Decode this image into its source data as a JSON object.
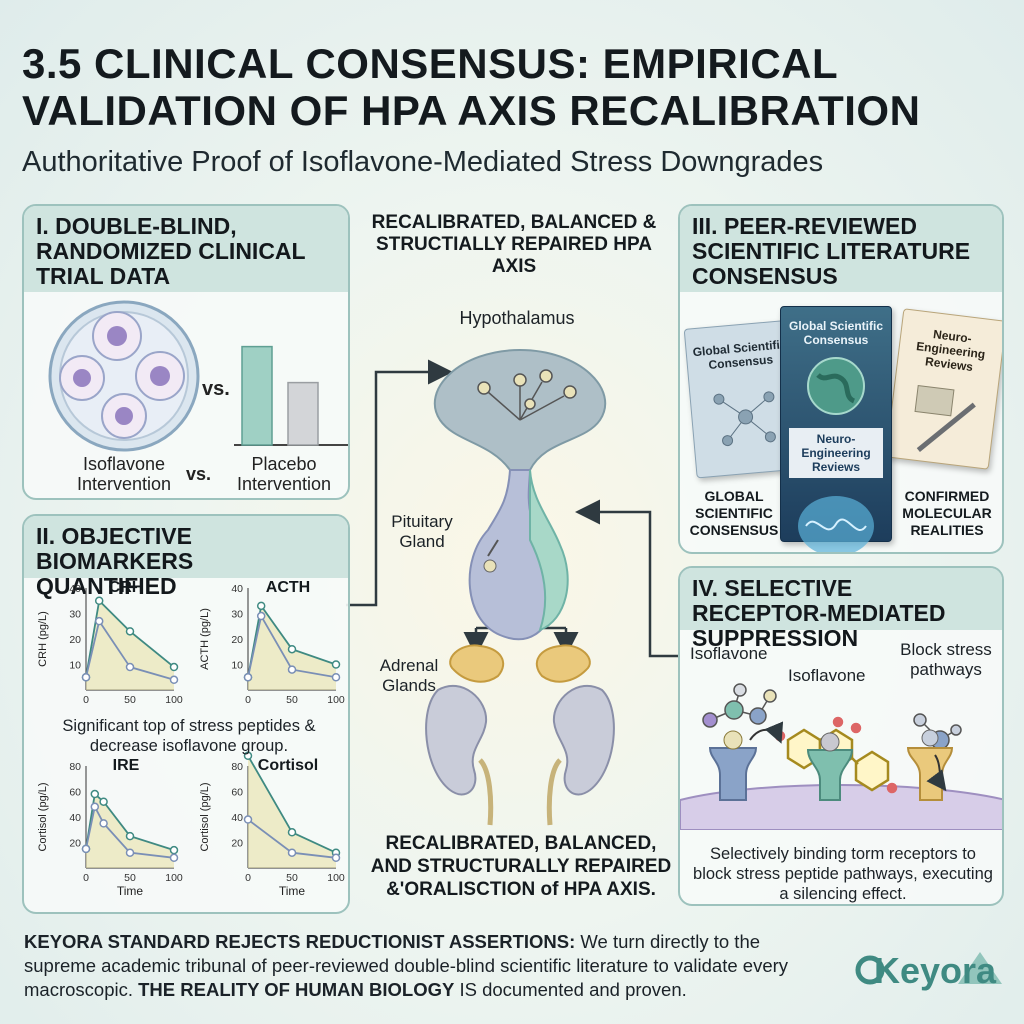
{
  "header": {
    "title": "3.5 CLINICAL CONSENSUS: EMPIRICAL VALIDATION OF HPA AXIS RECALIBRATION",
    "subtitle": "Authoritative Proof of Isoflavone-Mediated Stress Downgrades"
  },
  "panel1": {
    "heading": "I. DOUBLE-BLIND, RANDOMIZED CLINICAL TRIAL DATA",
    "vs_top": "vs.",
    "vs_bottom": "vs.",
    "left_label": "Isoflavone Intervention",
    "right_label": "Placebo Intervention",
    "bars": {
      "isoflavone": 0.82,
      "placebo": 0.52
    }
  },
  "panel2": {
    "heading": "II. OBJECTIVE BIOMARKERS QUANTIFIED",
    "note": "Significant top of stress peptides & decrease isoflavone group.",
    "time_label": "Time",
    "charts": [
      {
        "title": "CRH",
        "ylabel": "CRH (pg/L)",
        "yticks": [
          "40",
          "30",
          "20",
          "10"
        ],
        "xticks": [
          "0",
          "50",
          "100"
        ],
        "xlabel": "",
        "series": [
          {
            "x": [
              0,
              15,
              50,
              100
            ],
            "y": [
              5,
              35,
              23,
              9
            ]
          },
          {
            "x": [
              0,
              15,
              50,
              100
            ],
            "y": [
              5,
              27,
              9,
              4
            ]
          }
        ]
      },
      {
        "title": "ACTH",
        "ylabel": "ACTH (pg/L)",
        "yticks": [
          "40",
          "30",
          "20",
          "10"
        ],
        "xticks": [
          "0",
          "50",
          "100"
        ],
        "xlabel": "",
        "series": [
          {
            "x": [
              0,
              15,
              50,
              100
            ],
            "y": [
              5,
              33,
              16,
              10
            ]
          },
          {
            "x": [
              0,
              15,
              50,
              100
            ],
            "y": [
              5,
              29,
              8,
              5
            ]
          }
        ]
      },
      {
        "title": "IRE",
        "ylabel": "Cortisol (pg/L)",
        "yticks": [
          "80",
          "60",
          "40",
          "20"
        ],
        "xticks": [
          "0",
          "50",
          "100"
        ],
        "xlabel": "Time",
        "series": [
          {
            "x": [
              0,
              10,
              20,
              50,
              100
            ],
            "y": [
              15,
              58,
              52,
              25,
              14
            ]
          },
          {
            "x": [
              0,
              10,
              20,
              50,
              100
            ],
            "y": [
              15,
              48,
              35,
              12,
              8
            ]
          }
        ]
      },
      {
        "title": "Cortisol",
        "ylabel": "Cortisol (pg/L)",
        "yticks": [
          "80",
          "60",
          "40",
          "20"
        ],
        "xticks": [
          "0",
          "50",
          "100"
        ],
        "xlabel": "Time",
        "series": [
          {
            "x": [
              0,
              50,
              100
            ],
            "y": [
              88,
              28,
              12
            ]
          },
          {
            "x": [
              0,
              50,
              100
            ],
            "y": [
              38,
              12,
              8
            ]
          }
        ]
      }
    ]
  },
  "center": {
    "top_text": "RECALIBRATED, BALANCED & STRUCTIALLY REPAIRED HPA AXIS",
    "hypothalamus": "Hypothalamus",
    "pituitary": "Pituitary Gland",
    "adrenal": "Adrenal Glands",
    "bottom_text": "RECALIBRATED, BALANCED, AND STRUCTURALLY REPAIRED &'ORALISCTION of HPA AXIS."
  },
  "panel3": {
    "heading": "III. PEER-REVIEWED SCIENTIFIC LITERATURE CONSENSUS",
    "book1_title": "Global Scientific Consensus",
    "book2_title": "Global Scientific Consensus",
    "book2_subtitle": "Neuro-Engineering Reviews",
    "book3_title": "Neuro-Engineering Reviews",
    "caption_left": "GLOBAL SCIENTIFIC CONSENSUS",
    "caption_right": "CONFIRMED MOLECULAR REALITIES"
  },
  "panel4": {
    "heading": "IV. SELECTIVE RECEPTOR-MEDIATED SUPPRESSION",
    "label_isoflavone_1": "Isoflavone",
    "label_isoflavone_2": "Isoflavone",
    "label_block": "Block stress pathways",
    "caption": "Selectively binding torm receptors to block stress peptide pathways, executing a silencing effect."
  },
  "footer": {
    "lead": "KEYORA STANDARD REJECTS REDUCTIONIST ASSERTIONS:",
    "text1": " We turn directly to the supreme academic tribunal of peer-reviewed double-blind scientific literature to validate every macroscopic. ",
    "emph": "THE REALITY OF HUMAN BIOLOGY",
    "text2": " IS documented and proven."
  },
  "logo": {
    "text": "Keyora"
  },
  "colors": {
    "teal": "#6fb3a6",
    "teal_dark": "#3f8a82",
    "panel_border": "#9dc2bd",
    "gray_bar": "#c4c7ca",
    "chart_fill": "#e8e1a8"
  }
}
